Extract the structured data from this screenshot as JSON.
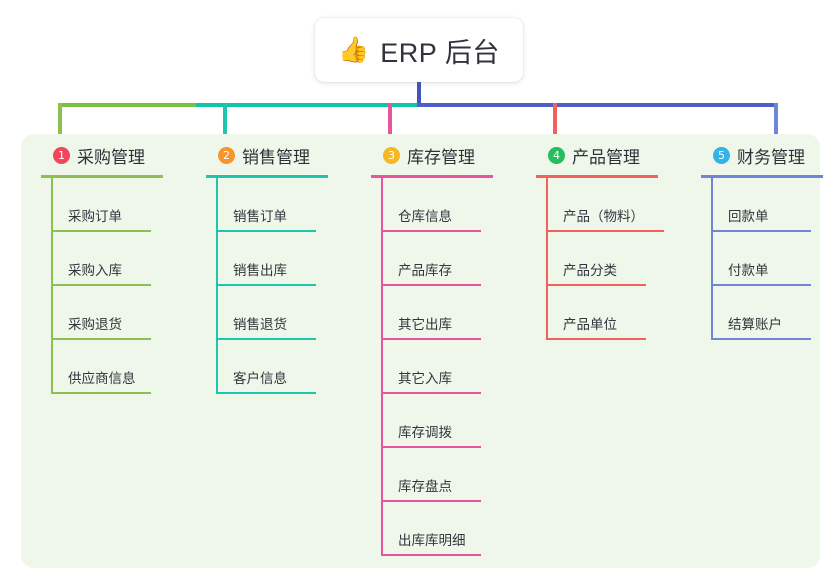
{
  "root": {
    "icon": "thumbs-up-icon",
    "icon_glyph": "👍",
    "title": "ERP 后台"
  },
  "panel": {
    "background_color": "#eef7e9"
  },
  "connector": {
    "stem_color": "#4055c0",
    "segments": [
      {
        "color": "#7ac143"
      },
      {
        "color": "#0fc4ab"
      },
      {
        "color": "#4f5ec8"
      }
    ]
  },
  "columns": [
    {
      "number": "1",
      "title": "采购管理",
      "badge_color": "#f0475c",
      "line_color": "#8cc152",
      "items": [
        {
          "label": "采购订单"
        },
        {
          "label": "采购入库"
        },
        {
          "label": "采购退货"
        },
        {
          "label": "供应商信息"
        }
      ]
    },
    {
      "number": "2",
      "title": "销售管理",
      "badge_color": "#f5952c",
      "line_color": "#1ec6b0",
      "items": [
        {
          "label": "销售订单"
        },
        {
          "label": "销售出库"
        },
        {
          "label": "销售退货"
        },
        {
          "label": "客户信息"
        }
      ]
    },
    {
      "number": "3",
      "title": "库存管理",
      "badge_color": "#f6b722",
      "line_color": "#e8559e",
      "items": [
        {
          "label": "仓库信息"
        },
        {
          "label": "产品库存"
        },
        {
          "label": "其它出库"
        },
        {
          "label": "其它入库"
        },
        {
          "label": "库存调拨"
        },
        {
          "label": "库存盘点"
        },
        {
          "label": "出库库明细"
        }
      ]
    },
    {
      "number": "4",
      "title": "产品管理",
      "badge_color": "#24bd5f",
      "line_color": "#f4615c",
      "items": [
        {
          "label": "产品（物料）"
        },
        {
          "label": "产品分类"
        },
        {
          "label": "产品单位"
        }
      ]
    },
    {
      "number": "5",
      "title": "财务管理",
      "badge_color": "#34b3e8",
      "line_color": "#6f86d6",
      "items": [
        {
          "label": "回款单"
        },
        {
          "label": "付款单"
        },
        {
          "label": "结算账户"
        }
      ]
    }
  ]
}
